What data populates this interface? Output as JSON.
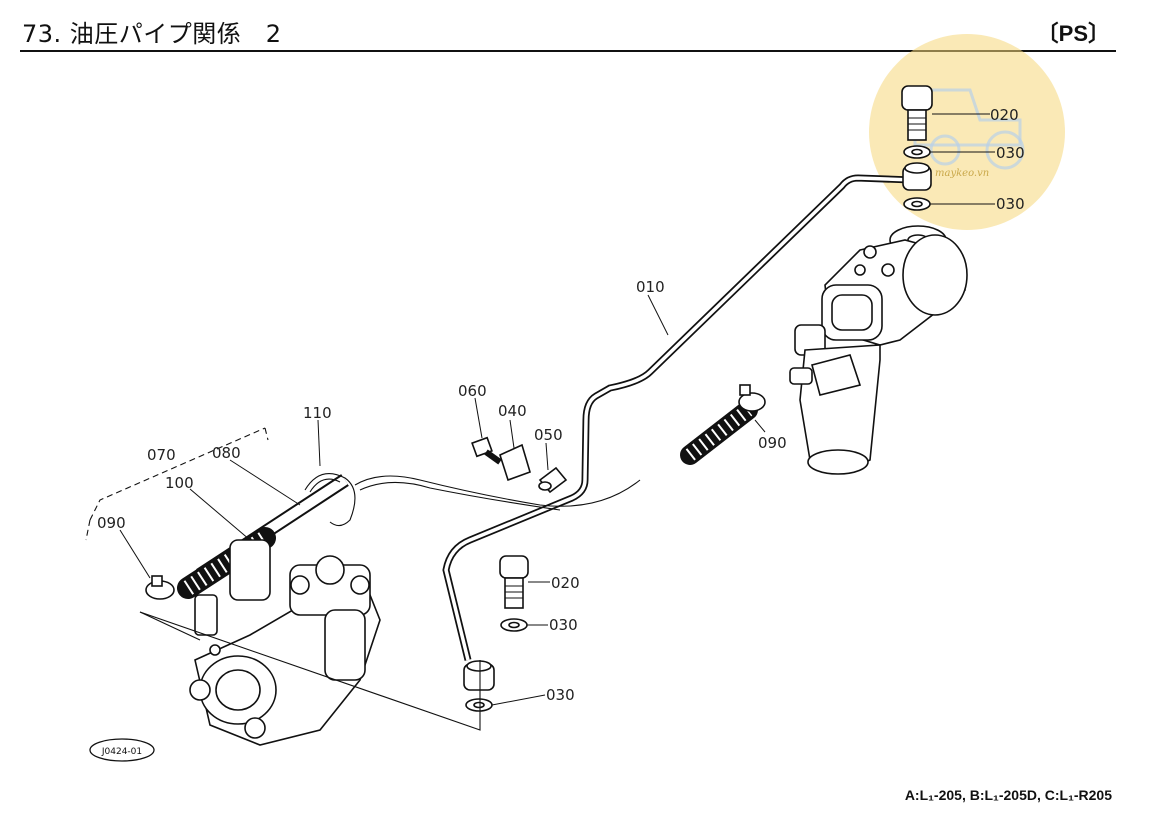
{
  "header": {
    "title": "73. 油圧パイプ関係　2",
    "section": "〔PS〕"
  },
  "callouts": {
    "c010": "010",
    "c020a": "020",
    "c030a": "030",
    "c030b": "030",
    "c020b": "020",
    "c030c": "030",
    "c030d": "030",
    "c040": "040",
    "c050": "050",
    "c060": "060",
    "c070": "070",
    "c080": "080",
    "c090a": "090",
    "c090b": "090",
    "c100": "100",
    "c110": "110"
  },
  "figure_code": "J0424-01",
  "watermark": {
    "text": "maykeo.vn",
    "color": "#f6d77a"
  },
  "footer": {
    "models": "A:L₁-205, B:L₁-205D, C:L₁-R205"
  }
}
